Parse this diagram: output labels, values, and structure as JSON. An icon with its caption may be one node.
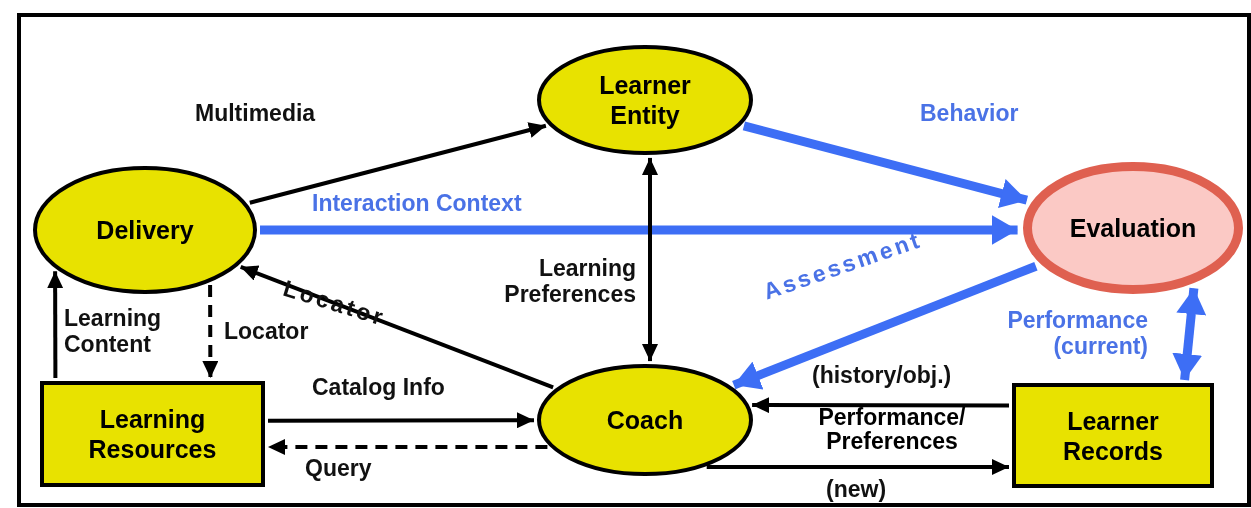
{
  "diagram": {
    "nodes": [
      {
        "text": [
          "Learner Entity"
        ]
      },
      {
        "text": [
          "Delivery"
        ]
      },
      {
        "text": [
          "Evaluation"
        ]
      },
      {
        "text": [
          "Learning Resources"
        ]
      },
      {
        "text": [
          "Coach"
        ]
      },
      {
        "text": [
          "Learner Records"
        ]
      }
    ],
    "edges": [
      {
        "from": 1,
        "to": 0,
        "arrow": "to",
        "label": "Multimedia"
      },
      {
        "from": 0,
        "to": 2,
        "arrow": "to",
        "label": "Behavior",
        "style": "thick",
        "color": "#3d6ef5"
      },
      {
        "from": 1,
        "to": 2,
        "arrow": "to",
        "label": "Interaction Context",
        "style": "thick",
        "color": "#3d6ef5"
      },
      {
        "from": 0,
        "to": 4,
        "arrow": "both",
        "label": "Learning Preferences"
      },
      {
        "from": 2,
        "to": 4,
        "arrow": "to",
        "label": "Assessment",
        "style": "thick",
        "color": "#3d6ef5"
      },
      {
        "from": 4,
        "to": 1,
        "arrow": "to",
        "label": "Locator"
      },
      {
        "from": 3,
        "to": 1,
        "arrow": "to",
        "label": "Learning Content"
      },
      {
        "from": 1,
        "to": 3,
        "arrow": "to",
        "label": "Locator",
        "style": "dashed"
      },
      {
        "from": 3,
        "to": 4,
        "arrow": "to",
        "label": "Catalog Info"
      },
      {
        "from": 4,
        "to": 3,
        "arrow": "to",
        "label": "Query",
        "style": "dashed"
      },
      {
        "from": 5,
        "to": 4,
        "arrow": "to",
        "label": "(history/obj.)"
      },
      {
        "from": 4,
        "to": 5,
        "arrow": "to",
        "label": "(new)"
      },
      {
        "from": 2,
        "to": 5,
        "arrow": "both",
        "label": "Performance (current)",
        "style": "thick",
        "color": "#3d6ef5"
      }
    ],
    "labels": [
      "Performance/ Preferences"
    ]
  }
}
